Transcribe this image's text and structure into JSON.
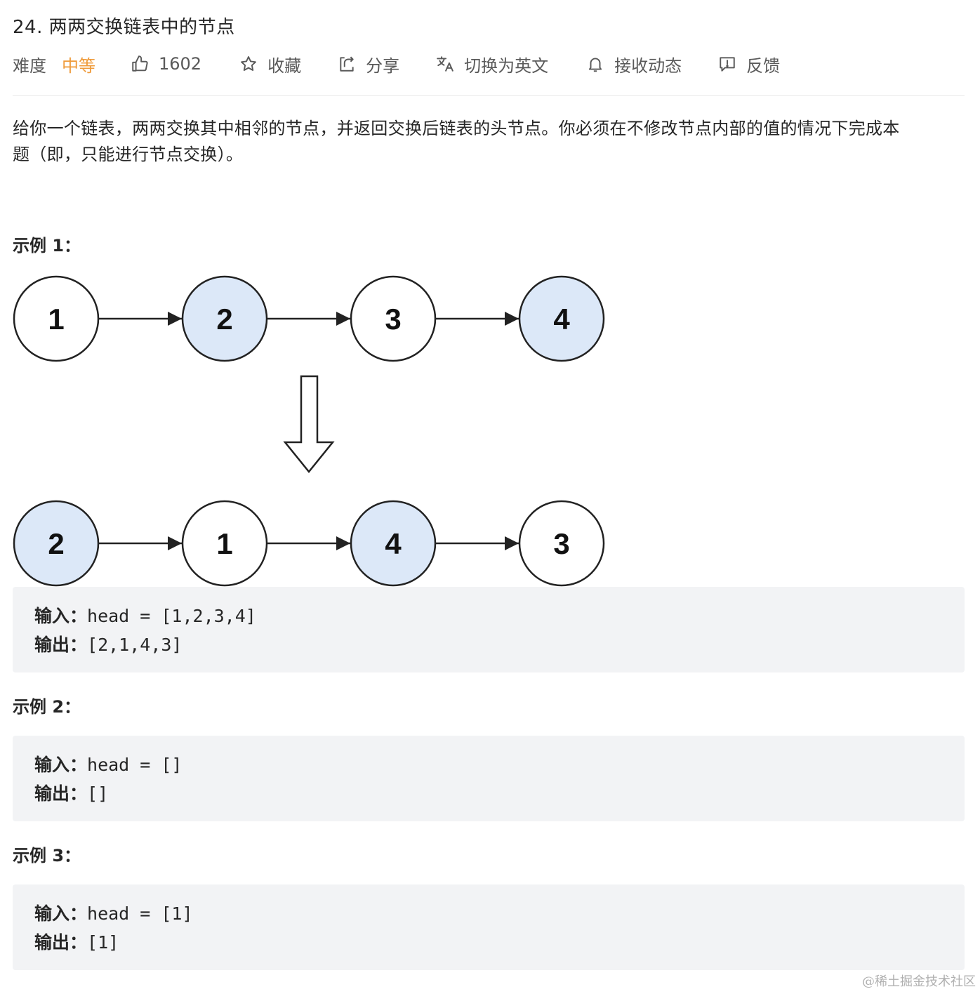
{
  "problem": {
    "title": "24. 两两交换链表中的节点"
  },
  "toolbar": {
    "difficulty_label": "难度",
    "difficulty_value": "中等",
    "difficulty_color": "#ef9b3b",
    "likes": "1602",
    "collect_label": "收藏",
    "share_label": "分享",
    "switch_lang_label": "切换为英文",
    "subscribe_label": "接收动态",
    "feedback_label": "反馈",
    "icons": [
      "thumbs-up-icon",
      "star-icon",
      "share-icon",
      "translate-icon",
      "bell-icon",
      "feedback-icon"
    ]
  },
  "description": {
    "line1": "给你一个链表，两两交换其中相邻的节点，并返回交换后链表的头节点。你必须在不修改节点内部的值的情况下完成本",
    "line2": "题（即，只能进行节点交换）。"
  },
  "diagram": {
    "before": [
      {
        "value": "1",
        "highlight": false
      },
      {
        "value": "2",
        "highlight": true
      },
      {
        "value": "3",
        "highlight": false
      },
      {
        "value": "4",
        "highlight": true
      }
    ],
    "after": [
      {
        "value": "2",
        "highlight": true
      },
      {
        "value": "1",
        "highlight": false
      },
      {
        "value": "4",
        "highlight": true
      },
      {
        "value": "3",
        "highlight": false
      }
    ],
    "highlight_color": "#dce8f8"
  },
  "examples": [
    {
      "heading": "示例 1：",
      "input_label": "输入：",
      "input_value": "head = [1,2,3,4]",
      "output_label": "输出：",
      "output_value": "[2,1,4,3]"
    },
    {
      "heading": "示例 2：",
      "input_label": "输入：",
      "input_value": "head = []",
      "output_label": "输出：",
      "output_value": "[]"
    },
    {
      "heading": "示例 3：",
      "input_label": "输入：",
      "input_value": "head = [1]",
      "output_label": "输出：",
      "output_value": "[1]"
    }
  ],
  "watermark": "@稀土掘金技术社区"
}
